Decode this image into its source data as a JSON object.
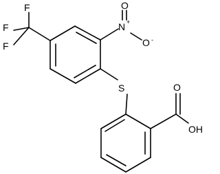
{
  "molecule": {
    "atoms": {
      "f_top": "F",
      "f_mid": "F",
      "f_bottom": "F",
      "n": "N",
      "n_charge": "+",
      "o_top": "O",
      "o_right": "O",
      "o_charge": "-",
      "s": "S",
      "o_acid": "O",
      "oh": "OH"
    }
  }
}
